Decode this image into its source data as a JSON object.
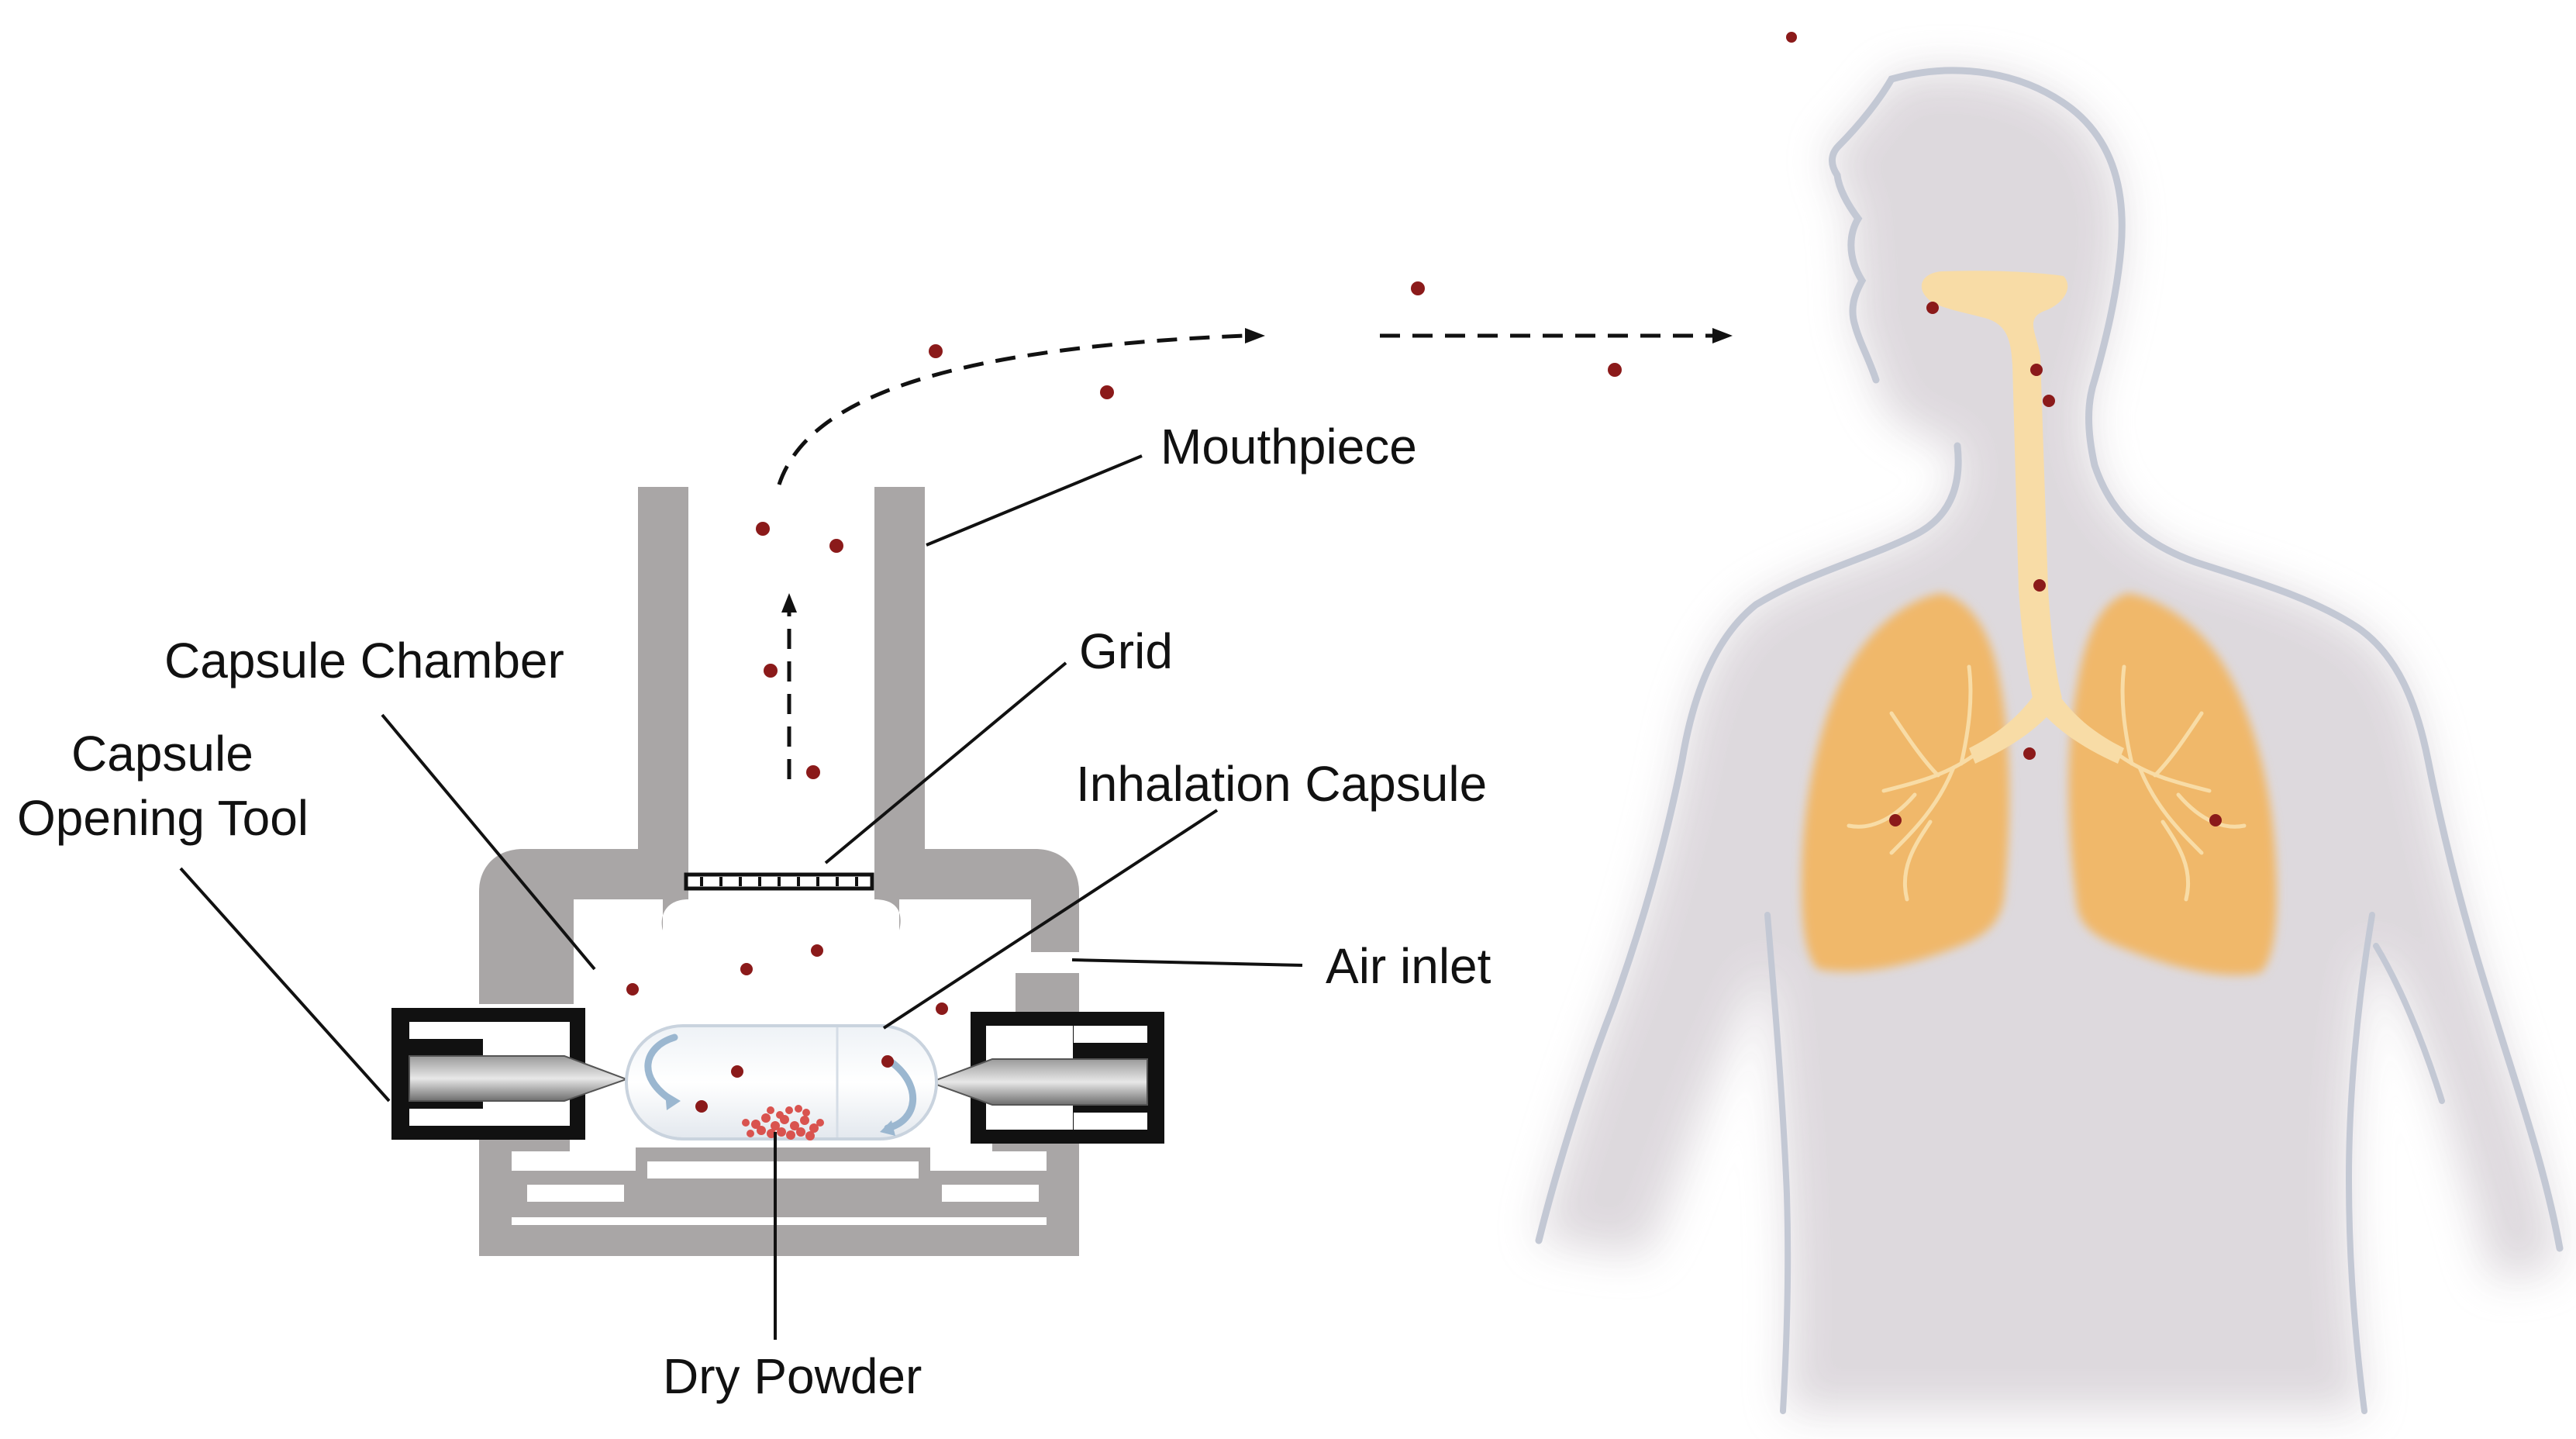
{
  "labels": {
    "mouthpiece": "Mouthpiece",
    "capsule_chamber": "Capsule Chamber",
    "grid": "Grid",
    "capsule_opening_tool_line1": "Capsule",
    "capsule_opening_tool_line2": "Opening Tool",
    "inhalation_capsule": "Inhalation Capsule",
    "air_inlet": "Air inlet",
    "dry_powder": "Dry Powder"
  },
  "colors": {
    "device_gray": "#a9a6a6",
    "particle": "#8b1a1a",
    "body_fill": "#dcd7dc",
    "body_outline": "#c3c8d4",
    "lung_fill": "#f0b86a",
    "airway_fill": "#f8dca6",
    "powder": "#d9534f"
  },
  "icons": [
    "inhaler-device",
    "capsule-opening-tool",
    "inhalation-capsule",
    "human-torso",
    "lungs",
    "airway",
    "flow-arrow"
  ]
}
